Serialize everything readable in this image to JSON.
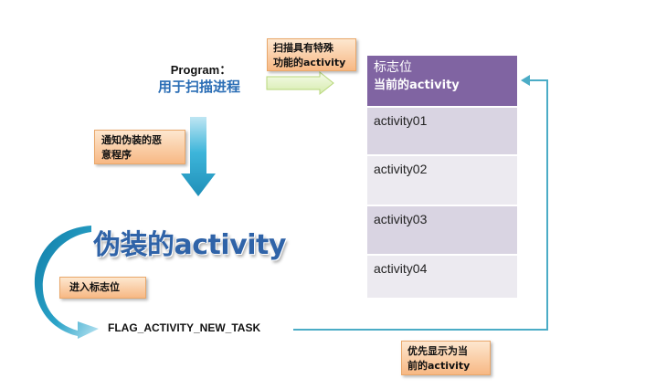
{
  "program": {
    "label": "Program：",
    "description": "用于扫描进程"
  },
  "callouts": {
    "scan_line1": "扫描具有特殊",
    "scan_line2": "功能的activity",
    "notify_line1": "通知伪装的恶",
    "notify_line2": "意程序",
    "enter_flag": "进入标志位",
    "first_line1": "优先显示为当",
    "first_line2": "前的activity"
  },
  "fake_activity": "伪装的activity",
  "flag_text": "FLAG_ACTIVITY_NEW_TASK",
  "stack": {
    "header_line1": "标志位",
    "header_line2": "当前的activity",
    "rows": [
      "activity01",
      "activity02",
      "activity03",
      "activity04"
    ]
  },
  "colors": {
    "header_purple": "#8064a2",
    "row_dark": "#d9d4e2",
    "row_light": "#eceaf0",
    "arrow_blue": "#2aa3c8",
    "connector_teal": "#4bacc6",
    "callout_orange": "#f7b884",
    "text_blue": "#2f63a8"
  }
}
